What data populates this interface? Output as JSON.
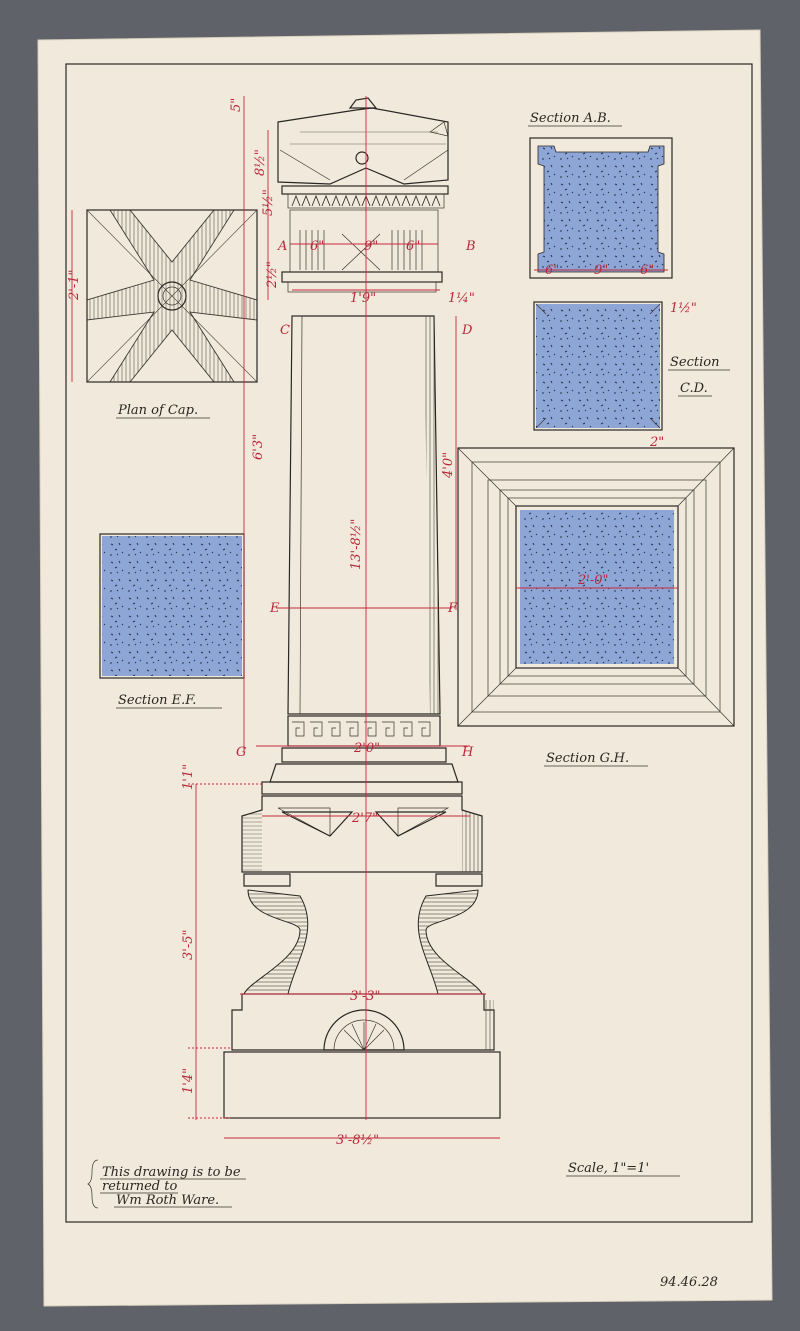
{
  "drawing": {
    "paper_color": "#f1eadc",
    "ink_color": "#2a2622",
    "dimension_color": "#c8283a",
    "wash_color": "#7f9ccf",
    "labels": {
      "plan_of_cap": "Plan of Cap.",
      "section_ab": "Section A.B.",
      "section_cd_line1": "Section",
      "section_cd_line2": "C.D.",
      "section_ef": "Section E.F.",
      "section_gh": "Section G.H.",
      "scale": "Scale, 1\"=1'",
      "note_line1": "This drawing is to be",
      "note_line2": "returned to",
      "note_line3": "Wm Roth Ware.",
      "accession": "94.46.28"
    },
    "dimensions": {
      "top_cap": "5\"",
      "cap_height": "8½\"",
      "frieze": "5½\"",
      "dentil_width": "6\"",
      "cap_mid": "9\"",
      "cap_right": "6\"",
      "small_a": "2½\"",
      "shaft_top_width": "1'9\"",
      "offset": "1¼\"",
      "shaft_height": "13'-8½\"",
      "shaft_section": "6'3\"",
      "upper_shaft": "4'0\"",
      "shaft_base_width": "2'0\"",
      "plinth_height": "1'1\"",
      "pedestal_top_width": "2'7\"",
      "pedestal_height": "3'-5\"",
      "pedestal_width": "3'-3\"",
      "base_height": "1'4\"",
      "base_width": "3'-8½\"",
      "plan_width": "2'-1\"",
      "ab_left": "6\"",
      "ab_mid": "9\"",
      "ab_right": "6\"",
      "cd_corner_top": "1½\"",
      "cd_corner_bottom": "2\"",
      "gh_inner": "2'-0\"",
      "letter_a": "A",
      "letter_b": "B",
      "letter_c": "C",
      "letter_d": "D",
      "letter_e": "E",
      "letter_f": "F",
      "letter_g": "G",
      "letter_h": "H"
    }
  }
}
